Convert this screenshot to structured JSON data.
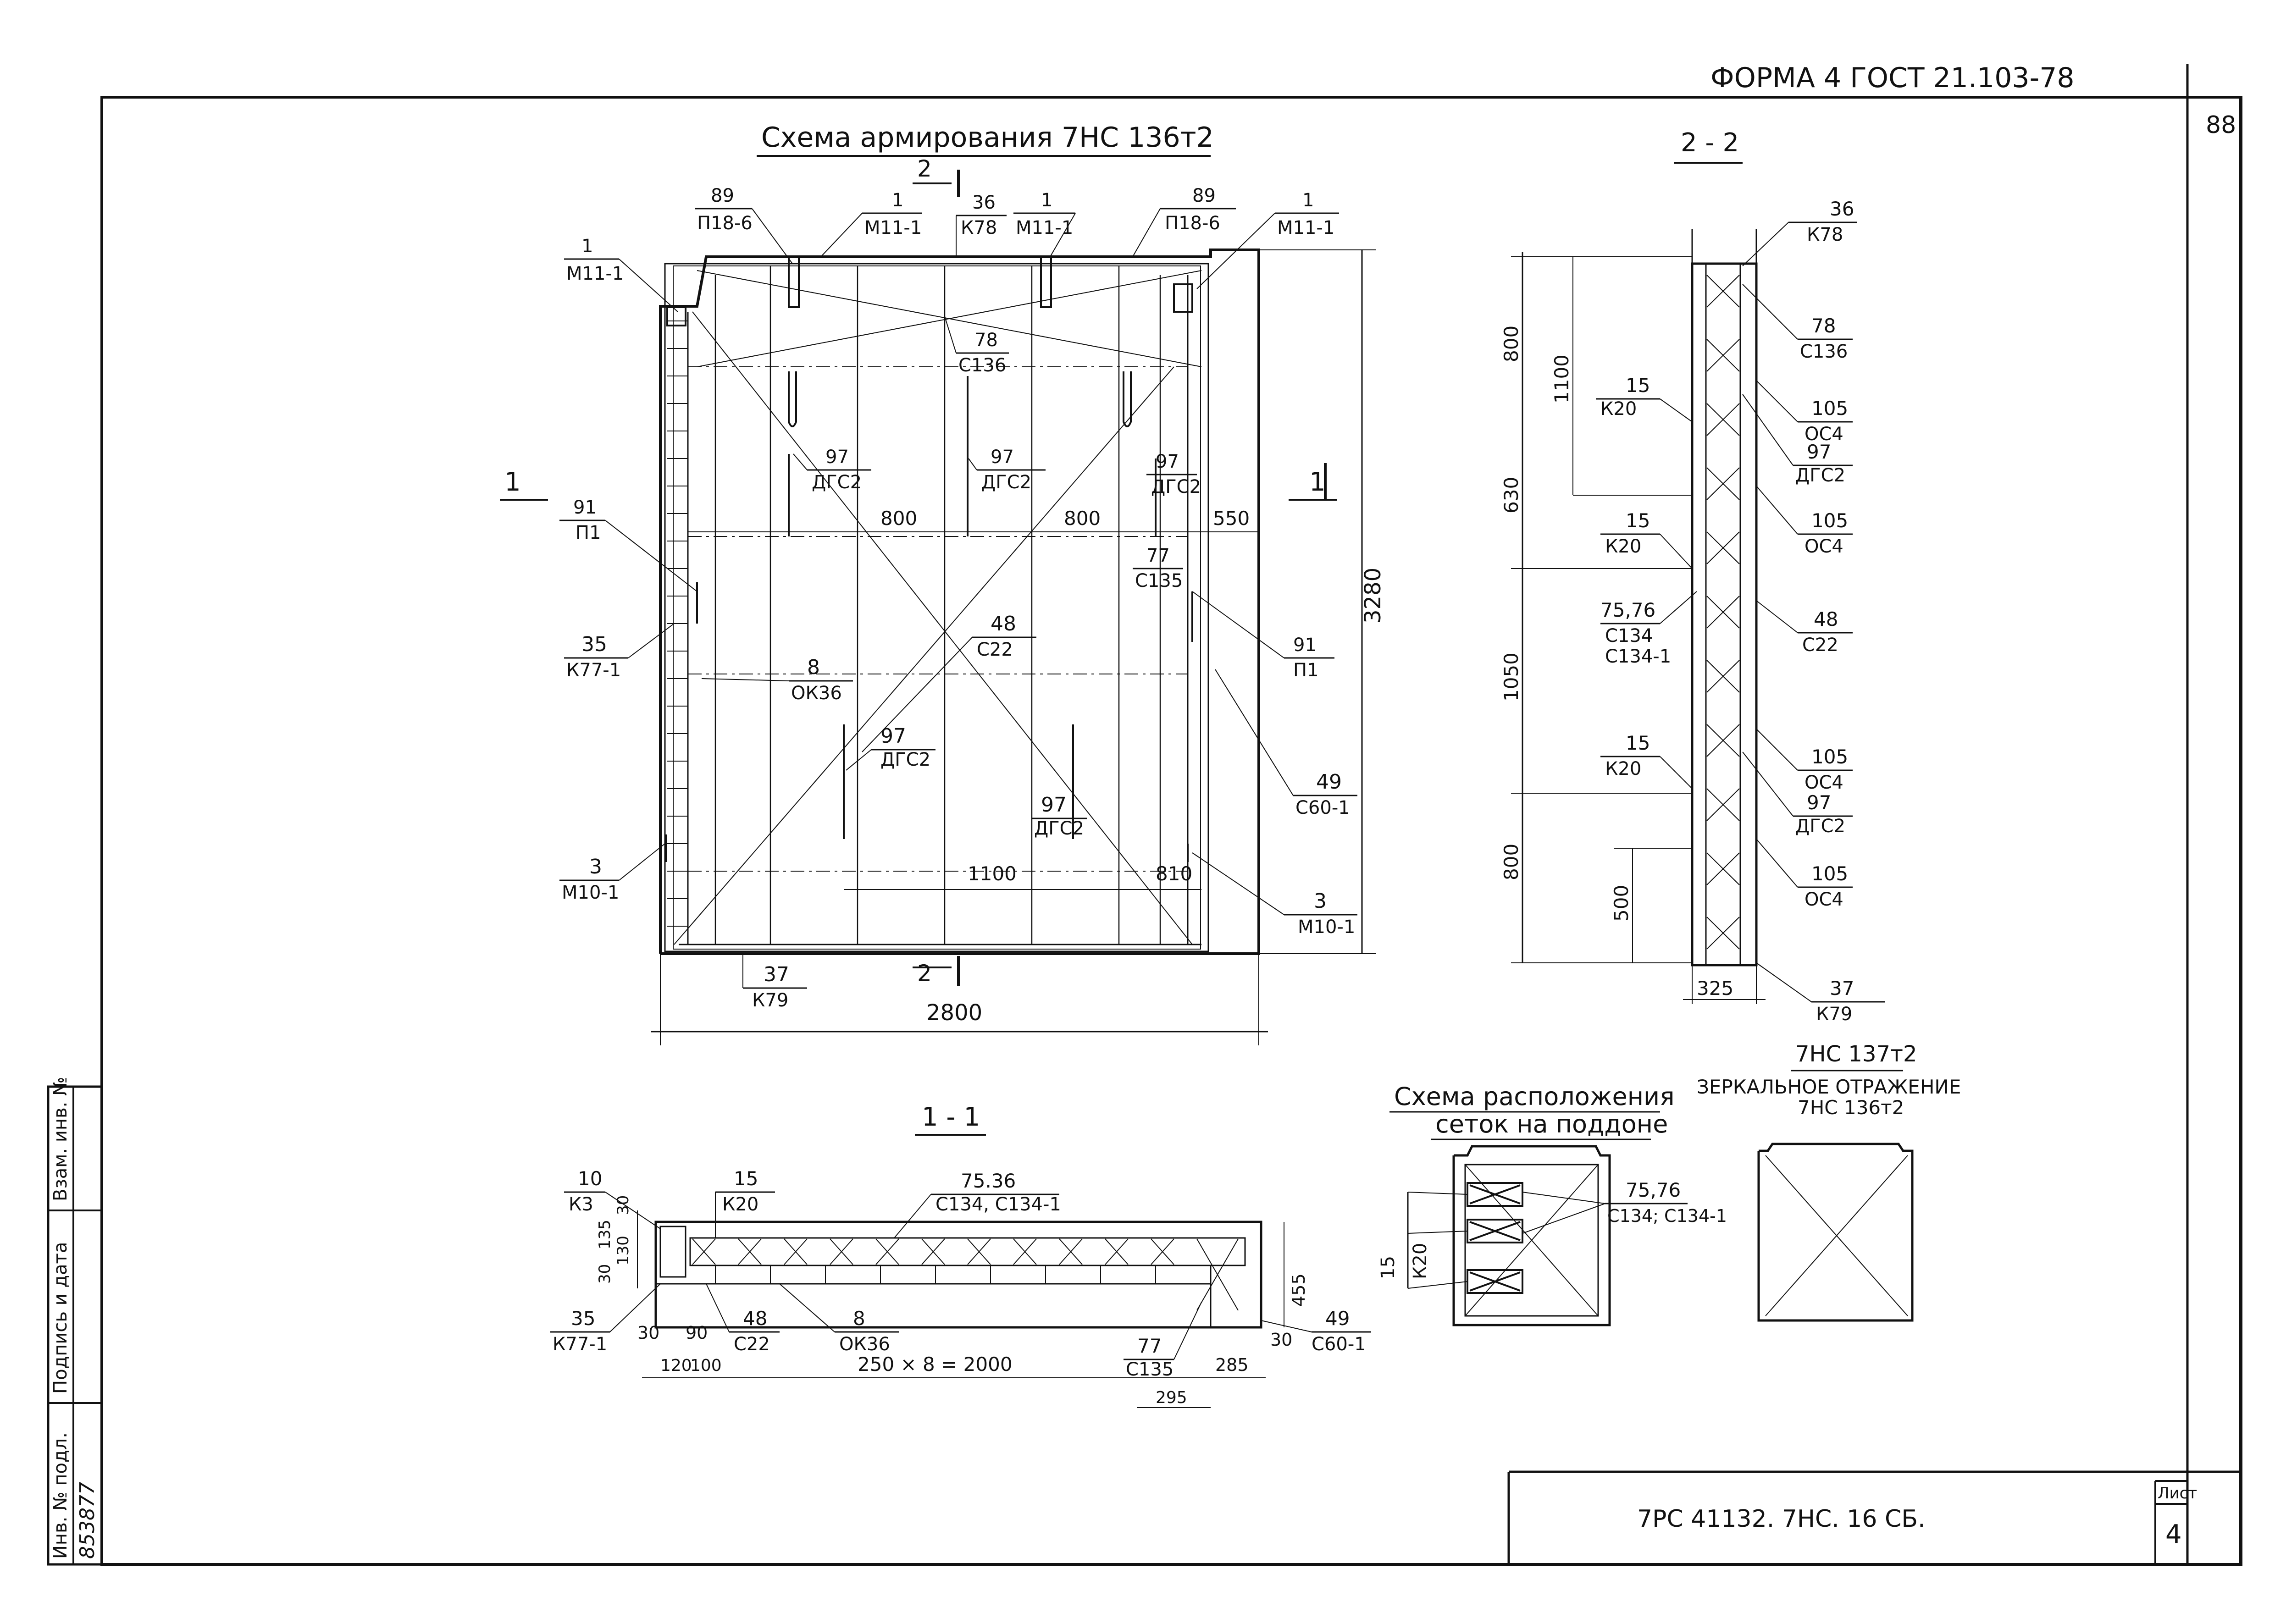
{
  "header": {
    "form_label": "ФОРМА 4  ГОСТ 21.103-78",
    "sheet_number_top": "88"
  },
  "main_view": {
    "title": "Схема армирования 7НС 136т2",
    "section_2_label": "2",
    "section_1_label": "1",
    "callouts": {
      "m11_left": {
        "num": "1",
        "code": "М11-1"
      },
      "p18_left": {
        "num": "89",
        "code": "П18-6"
      },
      "m11_mid": {
        "num": "1",
        "code": "М11-1"
      },
      "k78_top": {
        "num": "36",
        "code": "К78"
      },
      "m11_mid2": {
        "num": "1",
        "code": "М11-1"
      },
      "p18_right": {
        "num": "89",
        "code": "П18-6"
      },
      "m11_right": {
        "num": "1",
        "code": "М11-1"
      },
      "c136": {
        "num": "78",
        "code": "С136"
      },
      "dgs_a": {
        "num": "97",
        "code": "ДГС2"
      },
      "dgs_b": {
        "num": "97",
        "code": "ДГС2"
      },
      "dgs_c": {
        "num": "97",
        "code": "ДГС2"
      },
      "p1_left": {
        "num": "91",
        "code": "П1"
      },
      "k77": {
        "num": "35",
        "code": "К77-1"
      },
      "c135": {
        "num": "77",
        "code": "С135"
      },
      "c22": {
        "num": "48",
        "code": "С22"
      },
      "ok36": {
        "num": "8",
        "code": "ОК36"
      },
      "p1_right": {
        "num": "91",
        "code": "П1"
      },
      "dgs_d": {
        "num": "97",
        "code": "ДГС2"
      },
      "dgs_e": {
        "num": "97",
        "code": "ДГС2"
      },
      "c60": {
        "num": "49",
        "code": "С60-1"
      },
      "m10_left": {
        "num": "3",
        "code": "М10-1"
      },
      "m10_right": {
        "num": "3",
        "code": "М10-1"
      },
      "k79": {
        "num": "37",
        "code": "К79"
      }
    },
    "dims": {
      "d800a": "800",
      "d800b": "800",
      "d550": "550",
      "d3280": "3280",
      "d1100": "1100",
      "d810": "810",
      "d2800": "2800"
    }
  },
  "section_2_2": {
    "title": "2 - 2",
    "callouts": {
      "k78": {
        "num": "36",
        "code": "К78"
      },
      "c136": {
        "num": "78",
        "code": "С136"
      },
      "k20a": {
        "num": "15",
        "code": "К20"
      },
      "oc4a": {
        "num": "105",
        "code": "ОС4"
      },
      "dgs1": {
        "num": "97",
        "code": "ДГС2"
      },
      "oc4b": {
        "num": "105",
        "code": "ОС4"
      },
      "k20b": {
        "num": "15",
        "code": "К20"
      },
      "c134": {
        "num": "75,76",
        "code": "С134",
        "code2": "С134-1"
      },
      "c22": {
        "num": "48",
        "code": "С22"
      },
      "k20c": {
        "num": "15",
        "code": "К20"
      },
      "oc4c": {
        "num": "105",
        "code": "ОС4"
      },
      "dgs2": {
        "num": "97",
        "code": "ДГС2"
      },
      "oc4d": {
        "num": "105",
        "code": "ОС4"
      },
      "k79": {
        "num": "37",
        "code": "К79"
      }
    },
    "dims": {
      "d800a": "800",
      "d1100": "1100",
      "d630": "630",
      "d1050": "1050",
      "d800b": "800",
      "d500": "500",
      "d325": "325"
    }
  },
  "section_1_1": {
    "title": "1 - 1",
    "callouts": {
      "k3": {
        "num": "10",
        "code": "К3"
      },
      "k20": {
        "num": "15",
        "code": "К20"
      },
      "c134": {
        "num": "75.36",
        "code": "С134, С134-1"
      },
      "k77": {
        "num": "35",
        "code": "К77-1"
      },
      "c22": {
        "num": "48",
        "code": "С22"
      },
      "ok36": {
        "num": "8",
        "code": "ОК36"
      },
      "c135": {
        "num": "77",
        "code": "С135"
      },
      "c60": {
        "num": "49",
        "code": "С60-1"
      }
    },
    "dims": {
      "d30a": "30",
      "d135": "135",
      "d130": "130",
      "d30b": "30",
      "d30c": "30",
      "d90": "90",
      "d120": "120",
      "d100": "100",
      "d2000": "250 × 8 = 2000",
      "d295": "295",
      "d285": "285",
      "d455": "455",
      "d30d": "30"
    }
  },
  "mesh_scheme": {
    "title_line1": "Схема расположения",
    "title_line2": "сеток на поддоне",
    "callout_k20": {
      "num": "15",
      "code": "К20"
    },
    "callout_c134": {
      "num": "75,76",
      "code": "С134; С134-1"
    }
  },
  "mirror": {
    "title": "7НС 137т2",
    "line1": "ЗЕРКАЛЬНОЕ ОТРАЖЕНИЕ",
    "line2": "7НС 136т2"
  },
  "side_stamp": {
    "inv_podl": "Инв. № подл.",
    "podpis": "Подпись и дата",
    "vzam": "Взам. инв. №",
    "inv_value": "853877"
  },
  "title_block": {
    "code": "7РС 41132. 7НС. 16 СБ.",
    "list_label": "Лист",
    "list_number": "4"
  }
}
